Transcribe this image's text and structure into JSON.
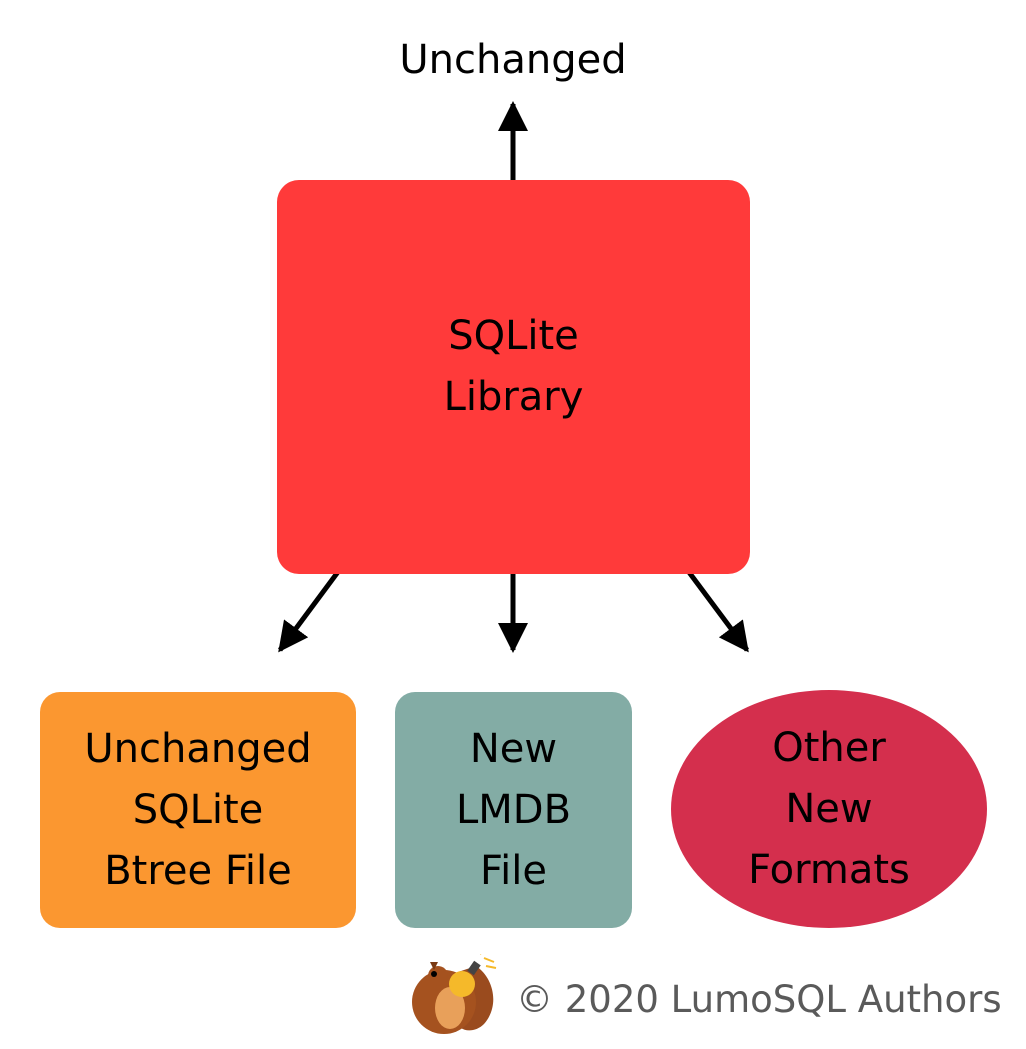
{
  "diagram": {
    "top_label": "Unchanged",
    "center_node": {
      "label": "SQLite\nLibrary",
      "color": "#ff3a3a"
    },
    "bottom_nodes": [
      {
        "label": "Unchanged\nSQLite\nBtree File",
        "color": "#fb9730"
      },
      {
        "label": "New\nLMDB\nFile",
        "color": "#83aca5"
      },
      {
        "label": "Other\nNew\nFormats",
        "color": "#d42f4d"
      }
    ],
    "edges": [
      {
        "from": "SQLite Library",
        "to": "Unchanged"
      },
      {
        "from": "SQLite Library",
        "to": "Unchanged SQLite Btree File"
      },
      {
        "from": "SQLite Library",
        "to": "New LMDB File"
      },
      {
        "from": "SQLite Library",
        "to": "Other New Formats"
      }
    ]
  },
  "footer": {
    "copyright": "© 2020 LumoSQL Authors",
    "logo_icon": "lumosql-squirrel-logo-icon"
  }
}
